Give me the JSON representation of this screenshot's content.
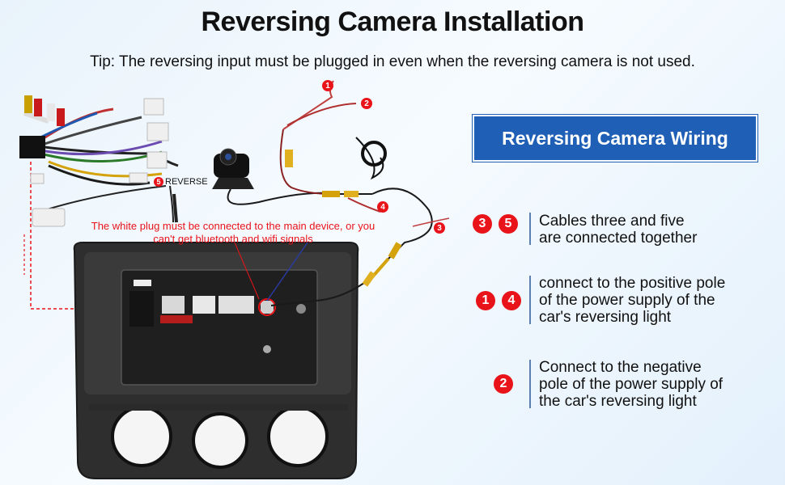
{
  "header": {
    "title": "Reversing Camera Installation",
    "tip": "Tip: The reversing input must be plugged in even when the reversing camera is not used."
  },
  "badge": {
    "label": "Reversing Camera Wiring"
  },
  "diagram": {
    "reverse_label": "REVERSE",
    "reverse_number": "5",
    "callouts": [
      "1",
      "2",
      "3",
      "4"
    ],
    "warning": "The white plug must be connected to the main device, or you can't get bluetooth and wifi signals"
  },
  "instructions": [
    {
      "numbers": [
        "3",
        "5"
      ],
      "text_lines": [
        "Cables three and five",
        "are connected together"
      ]
    },
    {
      "numbers": [
        "1",
        "4"
      ],
      "text_lines": [
        "connect to the positive pole",
        "of the power supply of the",
        "car's reversing light"
      ]
    },
    {
      "numbers": [
        "2"
      ],
      "text_lines": [
        "Connect to the negative",
        "pole of the power supply of",
        "the car's reversing light"
      ]
    }
  ],
  "colors": {
    "accent_red": "#e8141a",
    "badge_blue": "#1f5fb5",
    "unit_dark": "#2b2b2b"
  }
}
